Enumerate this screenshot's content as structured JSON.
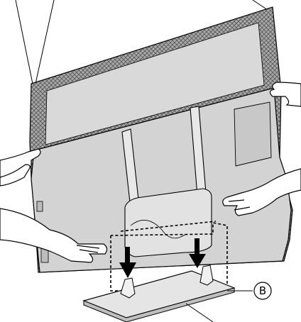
{
  "colors": {
    "ink": "#000000",
    "panel_fill": "#d9d9d9",
    "panel_fill_dark": "#c8c8c8",
    "hatch_fill": "#a9a9a9",
    "stand_fill": "#e8e8e8",
    "paper": "#ffffff"
  },
  "callouts": {
    "b_label": "B"
  },
  "arrows": {
    "count": 2,
    "direction": "down"
  },
  "icons": {
    "hands": "hand-icon",
    "down_arrow": "arrow-down-icon"
  }
}
